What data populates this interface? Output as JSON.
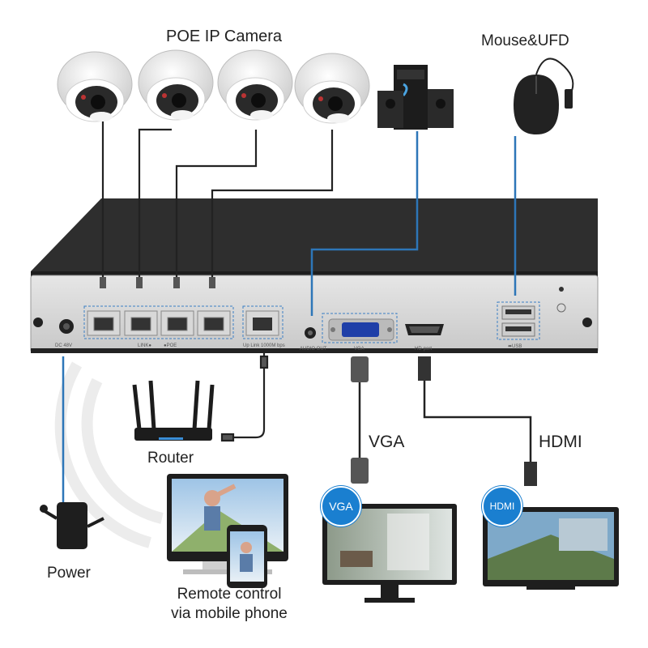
{
  "labels": {
    "cameras": "POE IP Camera",
    "mouse": "Mouse&UFD",
    "router": "Router",
    "power": "Power",
    "vga": "VGA",
    "hdmi": "HDMI",
    "remote": "Remote control via mobile phone"
  },
  "ports": {
    "dc": "DC 48V",
    "link": "LINK●",
    "poe": "●POE",
    "uplink": "Up Link 1000M bps",
    "audio": "AUDIO OUT",
    "vga": "VGA",
    "hdmi": "HD-port",
    "usb": "⬌USB"
  },
  "badges": {
    "vga": "VGA",
    "hdmi": "HDMI"
  },
  "colors": {
    "cable_black": "#222222",
    "cable_blue": "#2d76b8",
    "nvr_body": "#3a3a3a",
    "nvr_front": "#d9d9d9",
    "port_box": "#3b7fc4",
    "badge": "#1a7fd0"
  }
}
